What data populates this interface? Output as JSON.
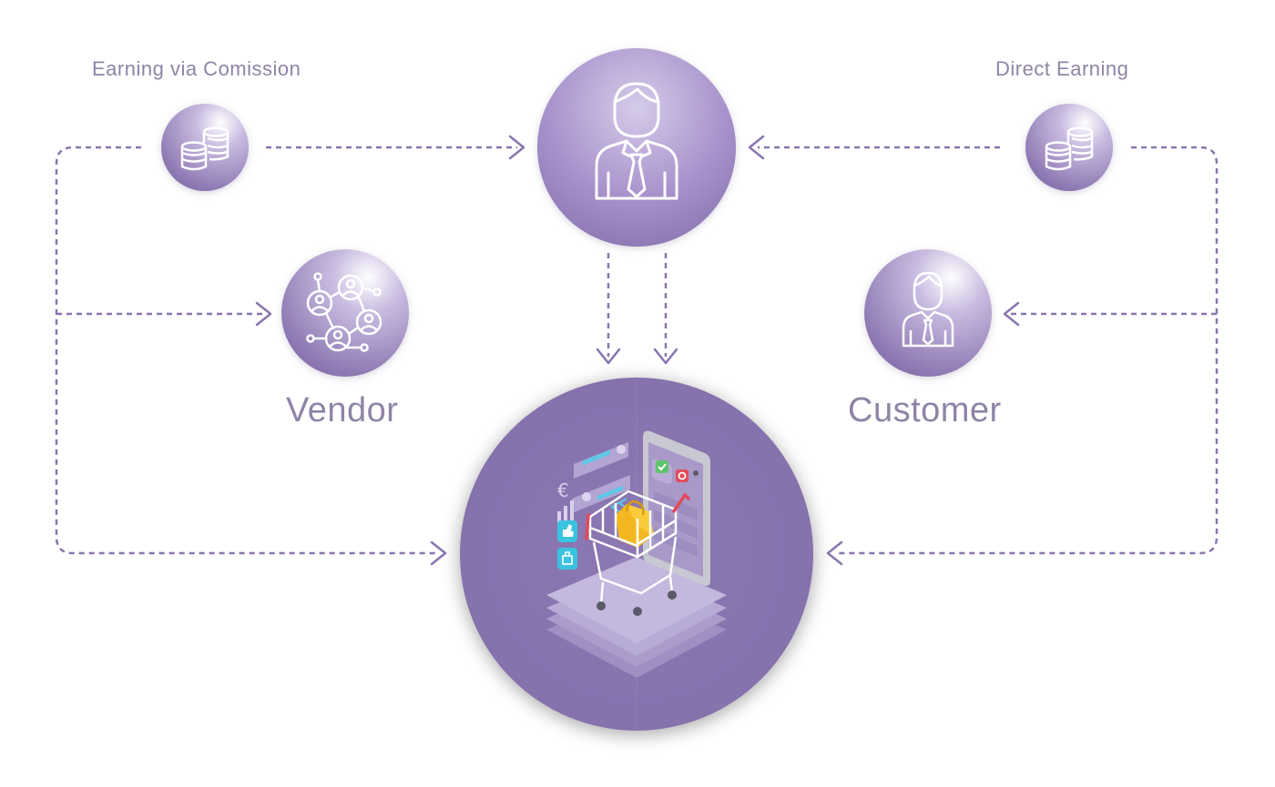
{
  "labels": {
    "commission": "Earning via Comission",
    "direct": "Direct Earning",
    "vendor": "Vendor",
    "customer": "Customer"
  },
  "nodes": {
    "admin": "admin-icon",
    "commission_coins": "coins-icon",
    "direct_coins": "coins-icon",
    "vendor": "vendor-network-icon",
    "customer": "customer-icon",
    "marketplace": "shopping-cart-platform-icon"
  },
  "colors": {
    "primary": "#8a75b0",
    "circle_light": "#d4c8e6",
    "dash": "#8a75b0",
    "label": "#8f84a6"
  }
}
